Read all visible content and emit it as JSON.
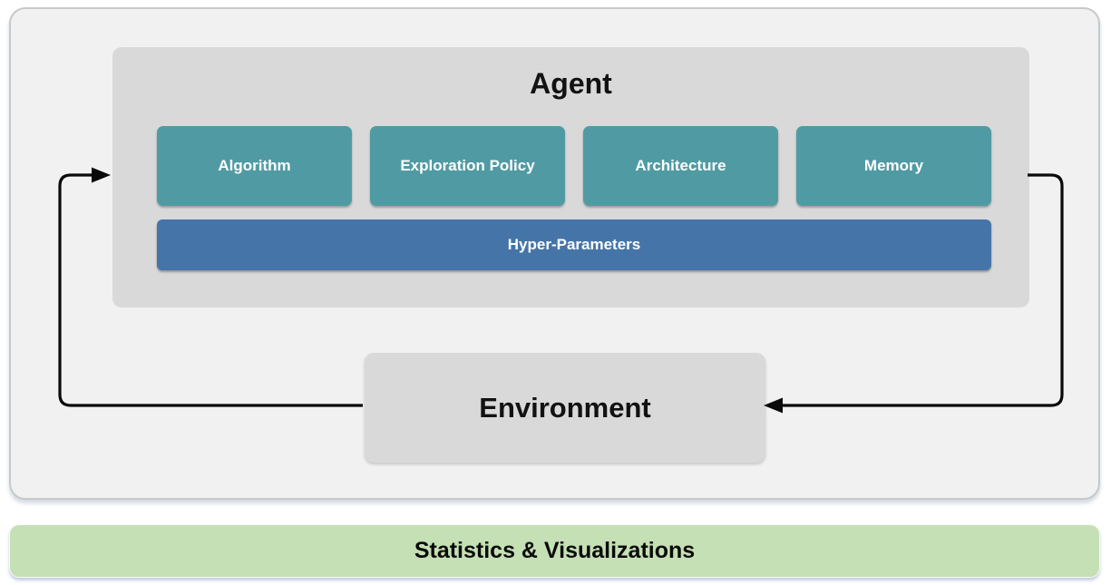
{
  "agent": {
    "title": "Agent",
    "components": [
      {
        "label": "Algorithm"
      },
      {
        "label": "Exploration Policy"
      },
      {
        "label": "Architecture"
      },
      {
        "label": "Memory"
      }
    ],
    "hyper_parameters_label": "Hyper-Parameters"
  },
  "environment": {
    "title": "Environment"
  },
  "stats_bar": {
    "label": "Statistics & Visualizations"
  },
  "colors": {
    "component_teal": "#509BA3",
    "hyper_parameters_blue": "#4575A8",
    "inner_panel_gray": "#D9D9D9",
    "outer_panel_gray": "#F1F1F2",
    "outer_panel_border": "#C6C8CA",
    "stats_green": "#C5E0B4",
    "arrow_black": "#0A0A0A"
  }
}
